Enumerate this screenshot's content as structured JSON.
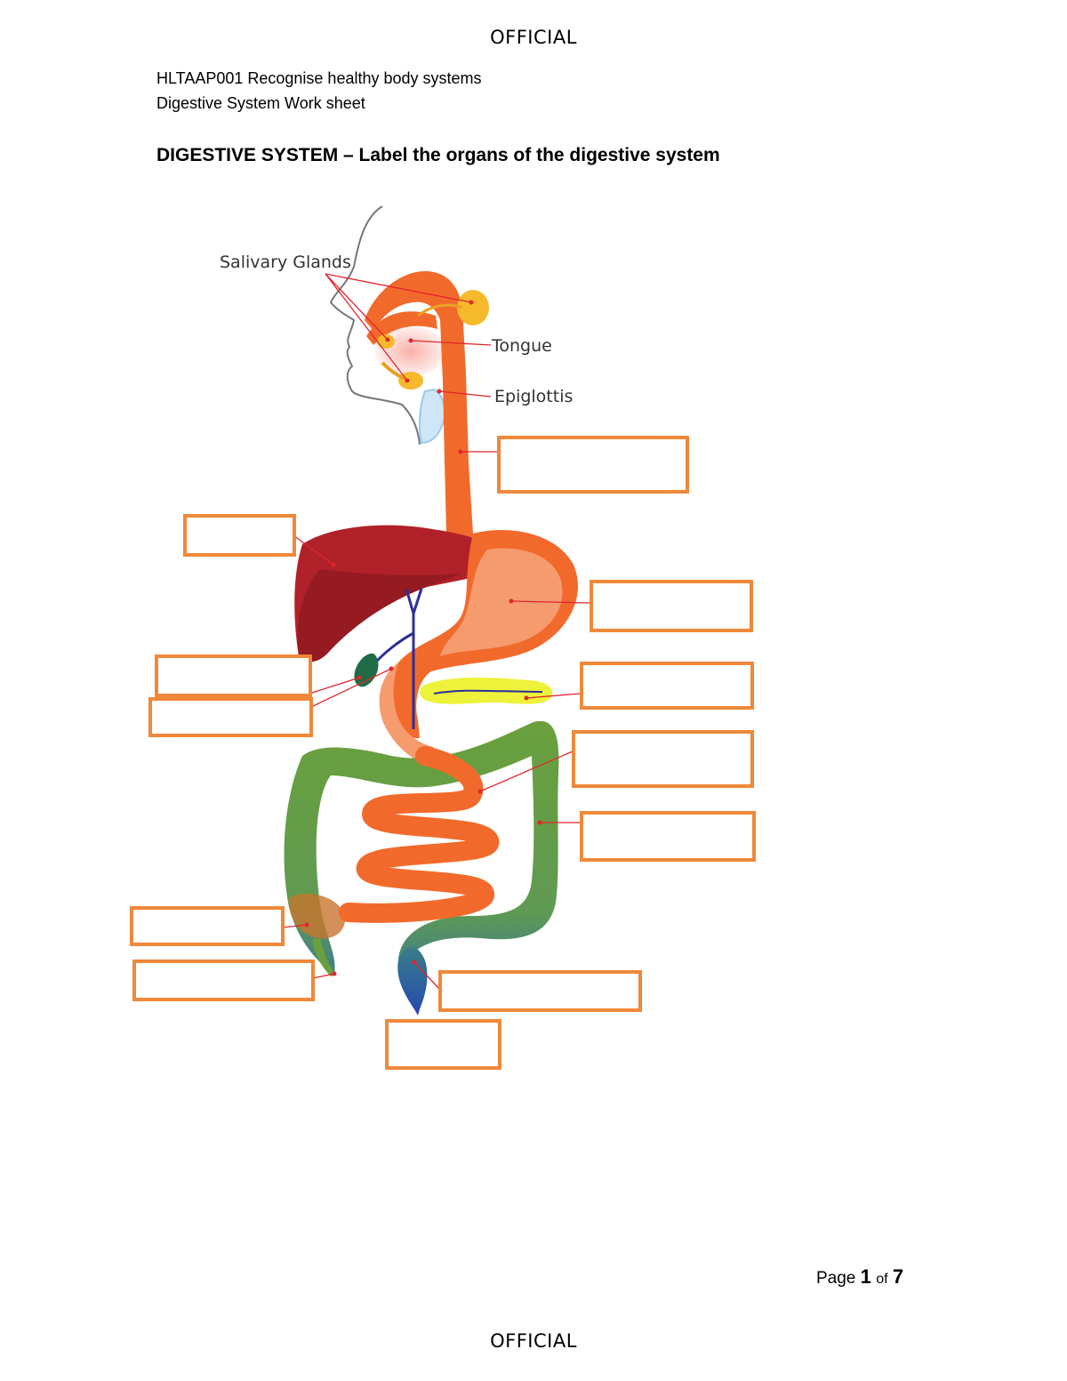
{
  "classification": {
    "top": "OFFICIAL",
    "bottom": "OFFICIAL"
  },
  "header": {
    "unit": "HLTAAP001 Recognise healthy body systems",
    "sheet": "Digestive System Work sheet"
  },
  "heading": "DIGESTIVE SYSTEM – Label the organs of the digestive system",
  "diagram": {
    "labels": {
      "salivary_glands": "Salivary Glands",
      "tongue": "Tongue",
      "epiglottis": "Epiglottis"
    },
    "answer_box_color": "#f0883a",
    "pointer_color": "#e0262e",
    "organ_colors": {
      "tract": "#f26a2b",
      "stomach": "#f59b6e",
      "liver": "#b1212a",
      "gallbladder": "#1f6b45",
      "pancreas": "#eef23a",
      "large_intestine": "#6aa03c",
      "rectum": "#2b5fa8",
      "salivary": "#f7b92c"
    }
  },
  "footer": {
    "page_word": "Page",
    "page": "1",
    "of_word": "of",
    "total": "7"
  }
}
